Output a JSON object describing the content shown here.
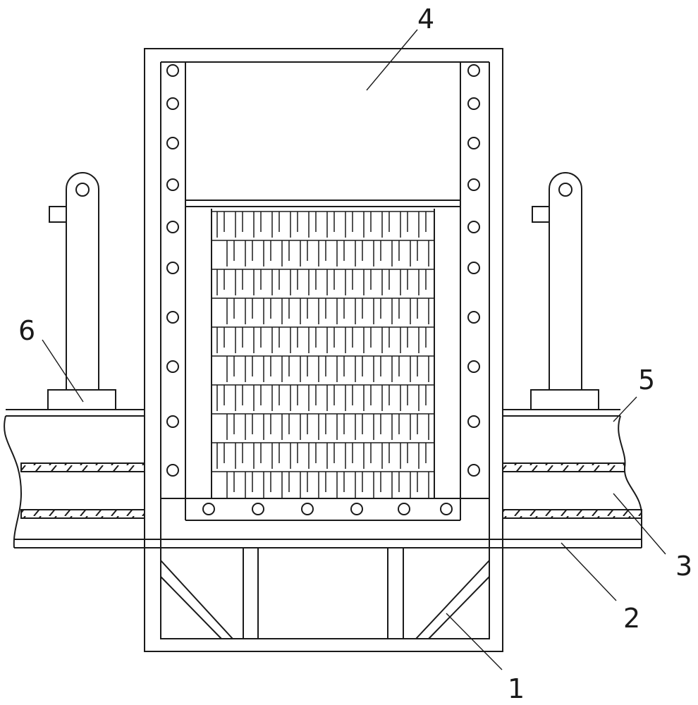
{
  "diagram": {
    "labels": [
      "1",
      "2",
      "3",
      "4",
      "5",
      "6"
    ],
    "colors": {
      "stroke": "#1a1a1a",
      "background": "#ffffff"
    }
  }
}
